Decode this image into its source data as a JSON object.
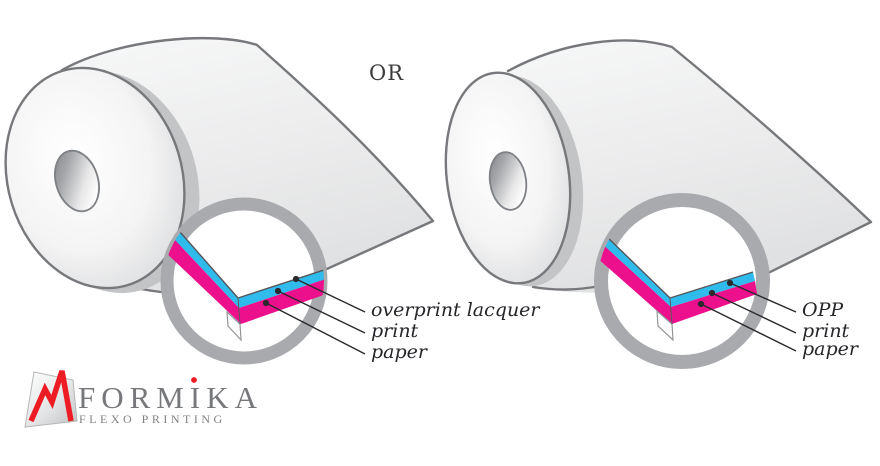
{
  "or_divider": "OR",
  "left_magnifier": {
    "layers": [
      "overprint lacquer",
      "print",
      "paper"
    ]
  },
  "right_magnifier": {
    "layers": [
      "OPP",
      "print",
      "paper"
    ]
  },
  "logo": {
    "brand": "FORMIKA",
    "tagline": "FLEXO PRINTING",
    "icon": "red-zigzag-m-icon"
  },
  "colors": {
    "lacquer_cyan": "#2fbcec",
    "print_magenta": "#ec108c",
    "ring_gray": "#a8aaad",
    "logo_red": "#ed1c24",
    "logo_gray": "#77787b",
    "ink_dark": "#2a2a2e"
  }
}
